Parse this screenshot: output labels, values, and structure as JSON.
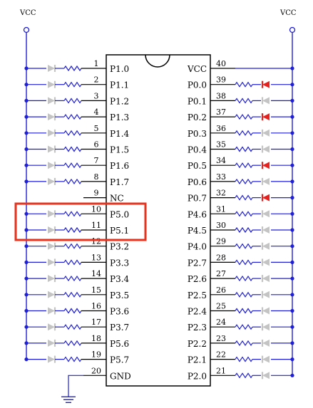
{
  "supply": {
    "left_label": "VCC",
    "right_label": "VCC"
  },
  "chip": {
    "notch": true
  },
  "left_pins": [
    {
      "num": "1",
      "name": "P1.0",
      "led": "off"
    },
    {
      "num": "2",
      "name": "P1.1",
      "led": "off"
    },
    {
      "num": "3",
      "name": "P1.2",
      "led": "off"
    },
    {
      "num": "4",
      "name": "P1.3",
      "led": "off"
    },
    {
      "num": "5",
      "name": "P1.4",
      "led": "off"
    },
    {
      "num": "6",
      "name": "P1.5",
      "led": "off"
    },
    {
      "num": "7",
      "name": "P1.6",
      "led": "off"
    },
    {
      "num": "8",
      "name": "P1.7",
      "led": "off"
    },
    {
      "num": "9",
      "name": "NC",
      "led": "none"
    },
    {
      "num": "10",
      "name": "P5.0",
      "led": "off"
    },
    {
      "num": "11",
      "name": "P5.1",
      "led": "off"
    },
    {
      "num": "12",
      "name": "P3.2",
      "led": "off"
    },
    {
      "num": "13",
      "name": "P3.3",
      "led": "off"
    },
    {
      "num": "14",
      "name": "P3.4",
      "led": "off"
    },
    {
      "num": "15",
      "name": "P3.5",
      "led": "off"
    },
    {
      "num": "16",
      "name": "P3.6",
      "led": "off"
    },
    {
      "num": "17",
      "name": "P3.7",
      "led": "off"
    },
    {
      "num": "18",
      "name": "P5.6",
      "led": "off"
    },
    {
      "num": "19",
      "name": "P5.7",
      "led": "off"
    },
    {
      "num": "20",
      "name": "GND",
      "led": "ground"
    }
  ],
  "right_pins": [
    {
      "num": "40",
      "name": "VCC",
      "led": "supply"
    },
    {
      "num": "39",
      "name": "P0.0",
      "led": "on"
    },
    {
      "num": "38",
      "name": "P0.1",
      "led": "off"
    },
    {
      "num": "37",
      "name": "P0.2",
      "led": "on"
    },
    {
      "num": "36",
      "name": "P0.3",
      "led": "off"
    },
    {
      "num": "35",
      "name": "P0.4",
      "led": "off"
    },
    {
      "num": "34",
      "name": "P0.5",
      "led": "on"
    },
    {
      "num": "33",
      "name": "P0.6",
      "led": "off"
    },
    {
      "num": "32",
      "name": "P0.7",
      "led": "on"
    },
    {
      "num": "31",
      "name": "P4.6",
      "led": "off"
    },
    {
      "num": "30",
      "name": "P4.5",
      "led": "off"
    },
    {
      "num": "29",
      "name": "P4.0",
      "led": "off"
    },
    {
      "num": "28",
      "name": "P2.7",
      "led": "off"
    },
    {
      "num": "27",
      "name": "P2.6",
      "led": "off"
    },
    {
      "num": "26",
      "name": "P2.5",
      "led": "off"
    },
    {
      "num": "25",
      "name": "P2.4",
      "led": "off"
    },
    {
      "num": "24",
      "name": "P2.3",
      "led": "off"
    },
    {
      "num": "23",
      "name": "P2.2",
      "led": "off"
    },
    {
      "num": "22",
      "name": "P2.1",
      "led": "off"
    },
    {
      "num": "21",
      "name": "P2.0",
      "led": "off"
    }
  ],
  "highlight": {
    "pins": [
      "10",
      "11"
    ],
    "color": "#e8321e"
  },
  "colors": {
    "wire": "#1f1fd6",
    "chip_outline": "#000000",
    "led_on": "#e8201e",
    "led_off": "#c4c4c4",
    "resistor": "#1f1fd6",
    "text": "#000000"
  }
}
